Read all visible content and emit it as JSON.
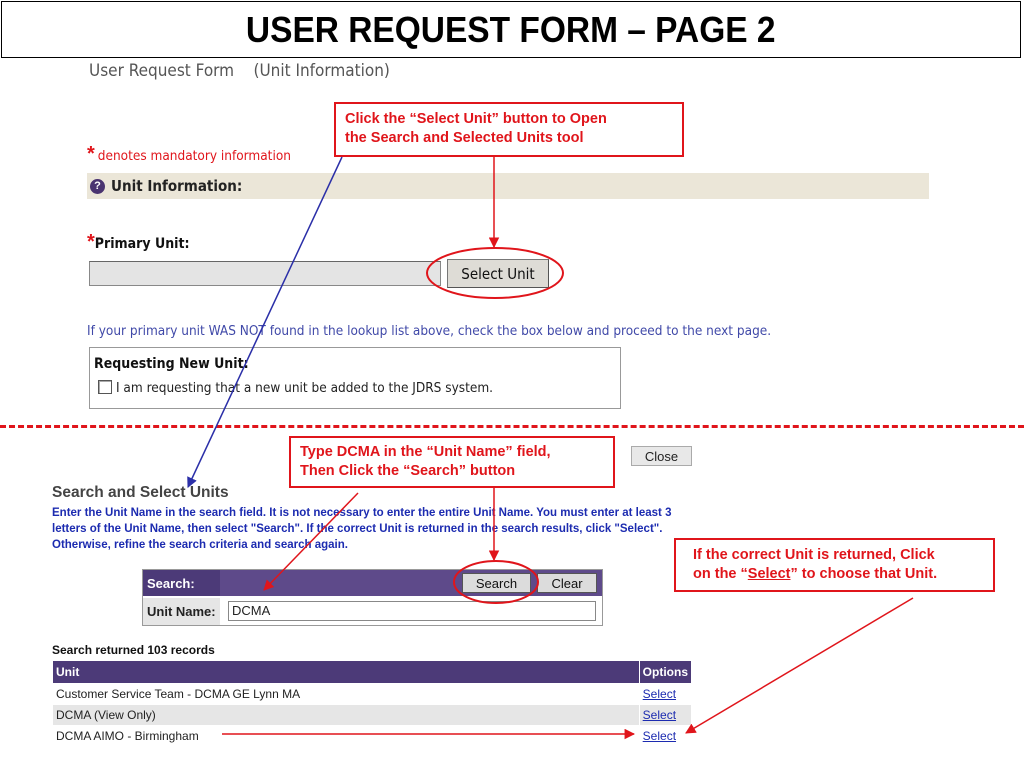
{
  "slide_title": "USER REQUEST FORM – PAGE 2",
  "form_heading": "User Request Form    (Unit Information)",
  "callouts": {
    "select_unit_line1": "Click the “Select Unit”  button to Open",
    "select_unit_line2": "the Search and Selected Units tool",
    "type_dcma_line1": "Type DCMA in the “Unit Name” field,",
    "type_dcma_line2": "Then Click the “Search” button",
    "choose_line1": "If the correct Unit is returned, Click",
    "choose_line2_pre": "on the “",
    "choose_line2_link": "Select",
    "choose_line2_post": "” to choose that Unit."
  },
  "mandatory_star": "*",
  "mandatory_text": "denotes mandatory information",
  "unit_section_title": "Unit Information:",
  "help_icon_glyph": "?",
  "primary_unit_label": "Primary Unit:",
  "primary_unit_value": "",
  "select_unit_button": "Select Unit",
  "not_found_text": "If your primary unit WAS NOT found in the lookup list above, check the box below and proceed to the next page.",
  "requesting_new_unit_title": "Requesting New Unit:",
  "requesting_new_unit_checkbox_label": "I am requesting that a new unit be added to the JDRS system.",
  "requesting_new_unit_checked": false,
  "close_button": "Close",
  "search_title": "Search and Select Units",
  "search_instructions": "Enter the Unit Name in the search field. It is not necessary to enter the entire Unit Name. You must enter at least 3 letters of the Unit Name, then select \"Search\". If the correct Unit is returned in the search results, click \"Select\". Otherwise, refine the search criteria and search again.",
  "search_panel": {
    "search_label": "Search:",
    "search_button": "Search",
    "clear_button": "Clear",
    "unit_name_label": "Unit Name:",
    "unit_name_value": "DCMA"
  },
  "records_text": "Search returned 103 records",
  "results": {
    "columns": [
      "Unit",
      "Options"
    ],
    "rows": [
      {
        "unit": "Customer Service Team - DCMA GE Lynn MA",
        "option": "Select"
      },
      {
        "unit": "DCMA (View Only)",
        "option": "Select"
      },
      {
        "unit": "DCMA AIMO - Birmingham",
        "option": "Select"
      }
    ]
  },
  "colors": {
    "annotation_red": "#e0151b",
    "arrow_blue": "#2b2fa8",
    "header_purple": "#4c3a78",
    "section_beige": "#ebe6d8",
    "link_blue": "#1c2bb0"
  }
}
